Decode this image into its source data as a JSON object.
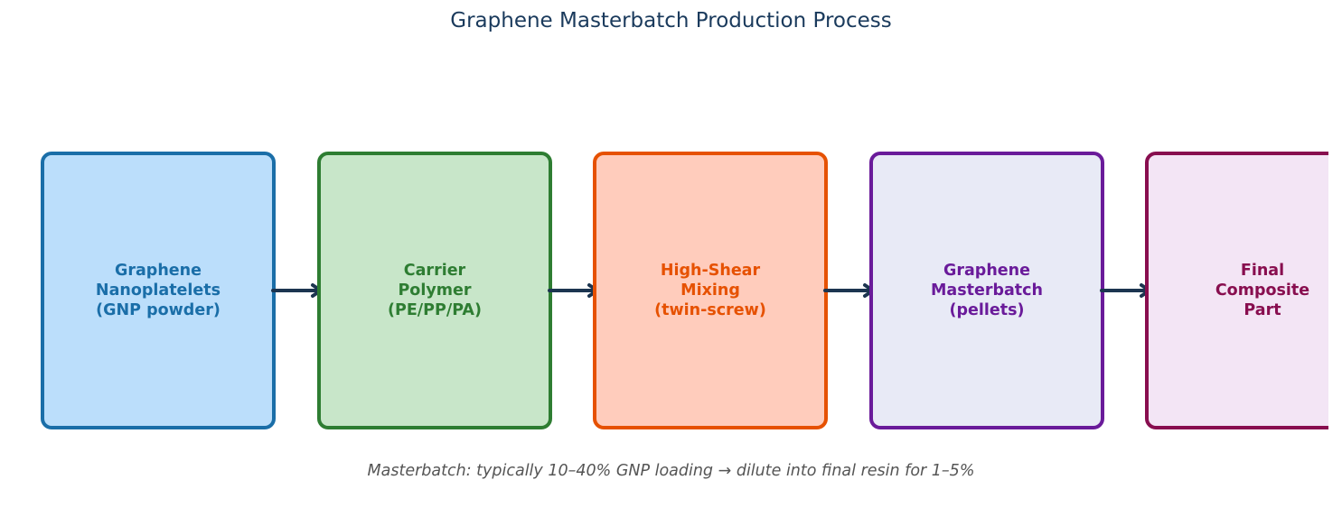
{
  "title": "Graphene Masterbatch Production Process",
  "steps": [
    {
      "lines": [
        "Graphene",
        "Nanoplatelets",
        "(GNP powder)"
      ],
      "border": "#1a6ea8",
      "fill": "#bbdefb",
      "text": "#1a6ea8"
    },
    {
      "lines": [
        "Carrier",
        "Polymer",
        "(PE/PP/PA)"
      ],
      "border": "#2e7d32",
      "fill": "#c8e6c9",
      "text": "#2e7d32"
    },
    {
      "lines": [
        "High-Shear",
        "Mixing",
        "(twin-screw)"
      ],
      "border": "#e65100",
      "fill": "#ffccbc",
      "text": "#e65100"
    },
    {
      "lines": [
        "Graphene",
        "Masterbatch",
        "(pellets)"
      ],
      "border": "#6a1b9a",
      "fill": "#e8eaf6",
      "text": "#6a1b9a"
    },
    {
      "lines": [
        "Final",
        "Composite",
        "Part"
      ],
      "border": "#880e4f",
      "fill": "#f3e5f5",
      "text": "#880e4f"
    }
  ],
  "arrow_color": "#1c3550",
  "caption": "Masterbatch: typically 10–40% GNP loading → dilute into final resin for 1–5%"
}
